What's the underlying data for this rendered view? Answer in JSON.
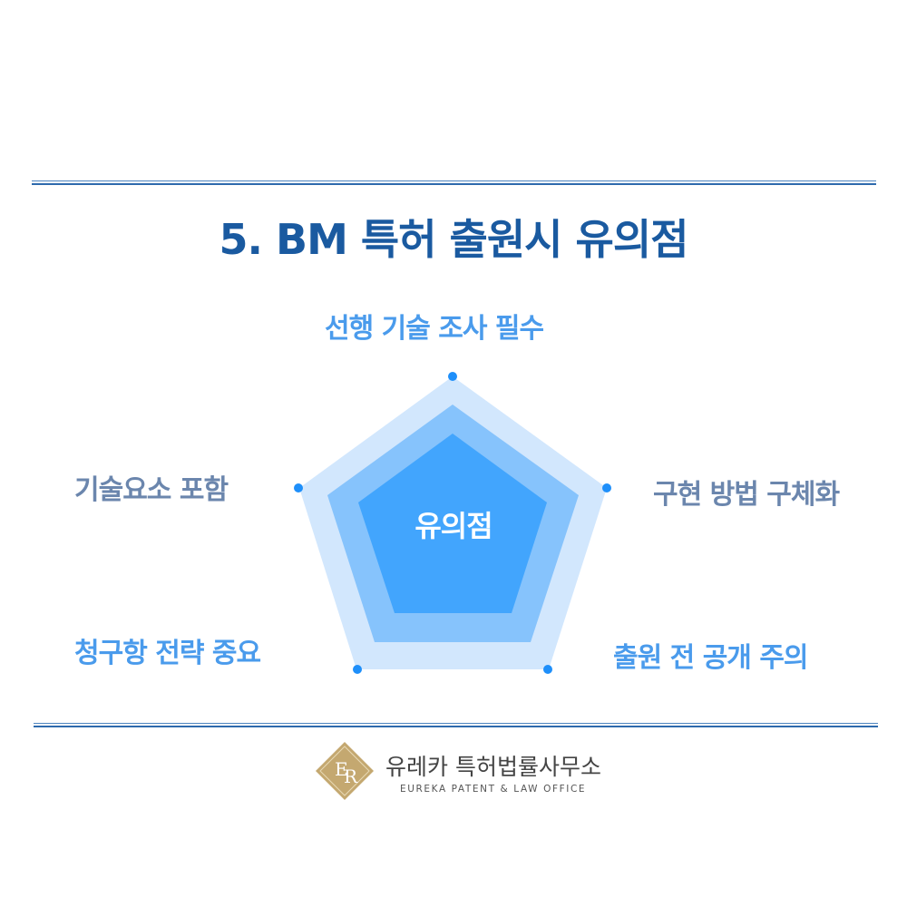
{
  "title": "5. BM 특허 출원시 유의점",
  "diagram": {
    "center": "유의점",
    "points": [
      {
        "label": "선행 기술 조사 필수"
      },
      {
        "label": "구현 방법 구체화"
      },
      {
        "label": "출원 전 공개 주의"
      },
      {
        "label": "청구항 전략 중요"
      },
      {
        "label": "기술요소 포함"
      }
    ],
    "colors": {
      "outer": "#d2e7fd",
      "middle": "#86c3fc",
      "inner": "#42a5fd",
      "dot": "#1e8ffa"
    }
  },
  "footer": {
    "logo_mark": "ER",
    "name_kr": "유레카 특허법률사무소",
    "name_en": "EUREKA PATENT & LAW OFFICE"
  }
}
